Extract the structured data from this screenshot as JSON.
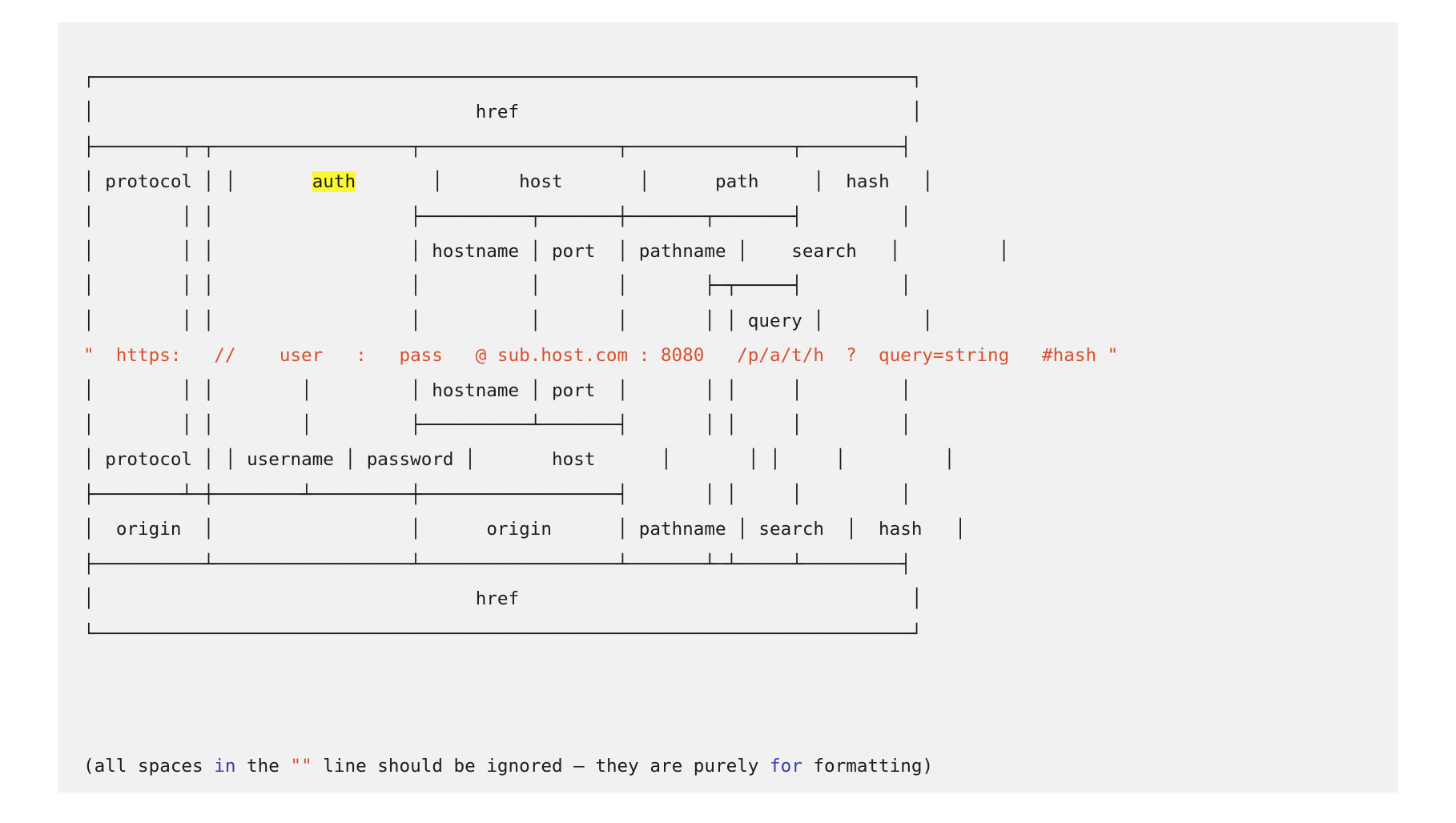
{
  "panel": {
    "background_color": "#f1f1f1",
    "page_background_color": "#ffffff"
  },
  "colors": {
    "text": "#1c1c1c",
    "string": "#d9502e",
    "keyword": "#3b3bb0",
    "highlight_background": "#fcf932"
  },
  "diagram": {
    "kind": "ascii-art",
    "title": "URL structure (href breakdown)",
    "width_chars": 76,
    "highlighted_token": "auth",
    "url_string": "\"  https:   //    user   :   pass   @ sub.host.com : 8080   /p/a/t/h  ?  query=string   #hash \"",
    "url_parts": {
      "quote_open": "\"",
      "protocol": "https:",
      "slashes": "//",
      "username": "user",
      "colon": ":",
      "password": "pass",
      "at": "@",
      "hostname": "sub.host.com",
      "port_colon": ":",
      "port": "8080",
      "pathname": "/p/a/t/h",
      "question": "?",
      "query": "query=string",
      "hash": "#hash",
      "quote_close": "\""
    },
    "labels_top": [
      "href",
      "protocol",
      "auth",
      "host",
      "path",
      "hash",
      "hostname",
      "port",
      "pathname",
      "search",
      "query"
    ],
    "labels_bottom": [
      "hostname",
      "port",
      "protocol",
      "username",
      "password",
      "host",
      "origin",
      "origin",
      "pathname",
      "search",
      "hash",
      "href"
    ],
    "rows": [
      "┌────────────────────────────────────────────────────────────────────────────────────────────────┐",
      "│                                              href                                              │",
      "├──────────┬──┬─────────────────────┬─────────────────────┬───────────────────────────┬──────────┤",
      "│ protocol │  │        auth         │        host         │           path            │   hash   │",
      "│          │  │                     ├──────────────┬──────┼──────────┬────────────────┤          │",
      "│          │  │                     │   hostname   │ port │ pathname │     search     │          │",
      "│          │  │                     │              │      │          ├─┬──────────────┤          │",
      "│          │  │                     │              │      │          │ │    query     │          │",
      "\"  https:   //    user   :   pass   @ sub.host.com : 8080   /p/a/t/h  ?  query=string   #hash \"",
      "│          │  │          │          │   hostname   │ port │          │ │              │          │",
      "│          │  │          │          ├──────────────┴──────┤          │ │              │          │",
      "│ protocol │  │ username │ password │         host        │          │ │              │          │",
      "├──────────┴──┼──────────┴──────────┼─────────────────────┤          │ │              │          │",
      "│   origin    │                     │       origin        │ pathname │ │    search    │   hash   │",
      "├─────────────┴─────────────────────┴─────────────────────┴──────────┴─┴──────────────┴──────────┤",
      "│                                              href                                              │",
      "└────────────────────────────────────────────────────────────────────────────────────────────────┘"
    ],
    "line_01": "┌───────────────────────────────────────────────────────────────────────────────────┐",
    "line_02_label": "href",
    "line_03_cells": [
      "protocol",
      "auth",
      "host",
      "path",
      "hash"
    ],
    "line_06_cells": [
      "hostname",
      "port",
      "pathname",
      "search"
    ],
    "line_08_cell": "query",
    "line_10_cells": [
      "hostname",
      "port"
    ],
    "line_12_cells": [
      "protocol",
      "username",
      "password",
      "host"
    ],
    "line_14_cells": [
      "origin",
      "origin",
      "pathname",
      "search",
      "hash"
    ],
    "line_16_label": "href"
  },
  "footnote": {
    "segments": [
      {
        "text": "(all spaces ",
        "type": "plain"
      },
      {
        "text": "in",
        "type": "keyword"
      },
      {
        "text": " the ",
        "type": "plain"
      },
      {
        "text": "\"\"",
        "type": "string"
      },
      {
        "text": " line should be ignored — they are purely ",
        "type": "plain"
      },
      {
        "text": "for",
        "type": "keyword"
      },
      {
        "text": " formatting)",
        "type": "plain"
      }
    ],
    "full_text": "(all spaces in the \"\" line should be ignored — they are purely for formatting)"
  }
}
